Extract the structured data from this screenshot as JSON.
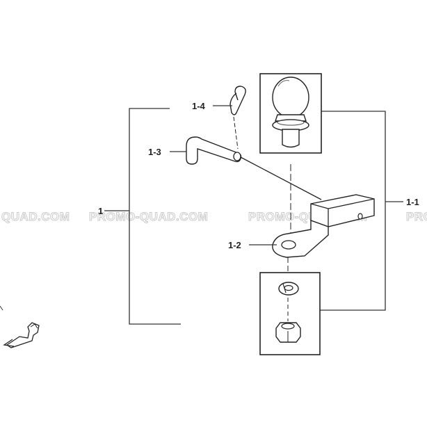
{
  "diagram": {
    "callouts": {
      "c1": "1",
      "c1_1": "1-1",
      "c1_2": "1-2",
      "c1_3": "1-3",
      "c1_4": "1-4"
    },
    "watermarks": [
      "QUAD.COM",
      "PROMO-QUAD.COM",
      "PROMO-QUAD.COM",
      "PRO"
    ]
  }
}
